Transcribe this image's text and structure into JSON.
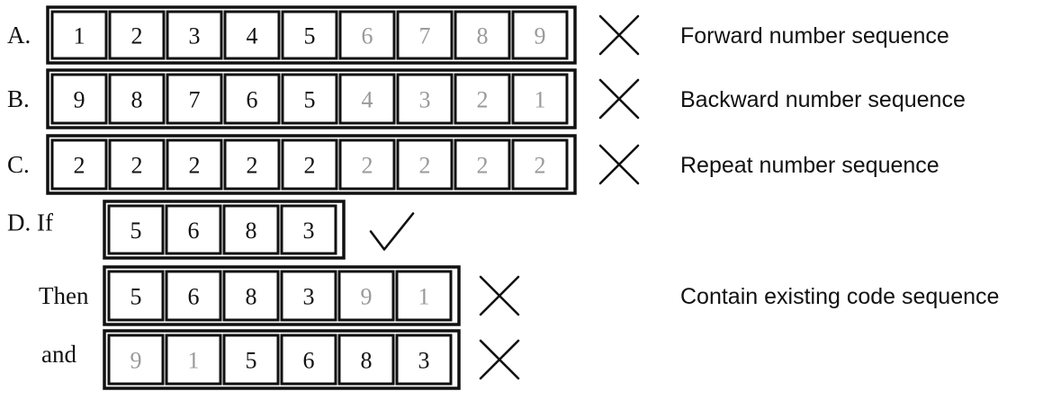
{
  "colors": {
    "ink": "#111111",
    "faded": "#9a9a9a",
    "background": "#ffffff"
  },
  "rows": [
    {
      "label": "A.",
      "digits": [
        "1",
        "2",
        "3",
        "4",
        "5",
        "6",
        "7",
        "8",
        "9"
      ],
      "faded": [
        false,
        false,
        false,
        false,
        false,
        true,
        true,
        true,
        true
      ],
      "mark": "cross-icon",
      "note": "Forward number sequence"
    },
    {
      "label": "B.",
      "digits": [
        "9",
        "8",
        "7",
        "6",
        "5",
        "4",
        "3",
        "2",
        "1"
      ],
      "faded": [
        false,
        false,
        false,
        false,
        false,
        true,
        true,
        true,
        true
      ],
      "mark": "cross-icon",
      "note": "Backward number sequence"
    },
    {
      "label": "C.",
      "digits": [
        "2",
        "2",
        "2",
        "2",
        "2",
        "2",
        "2",
        "2",
        "2"
      ],
      "faded": [
        false,
        false,
        false,
        false,
        false,
        true,
        true,
        true,
        true
      ],
      "mark": "cross-icon",
      "note": "Repeat number sequence"
    },
    {
      "label": "D. If",
      "digits": [
        "5",
        "6",
        "8",
        "3"
      ],
      "faded": [
        false,
        false,
        false,
        false
      ],
      "mark": "check-icon",
      "note": ""
    },
    {
      "label": "Then",
      "digits": [
        "5",
        "6",
        "8",
        "3",
        "9",
        "1"
      ],
      "faded": [
        false,
        false,
        false,
        false,
        true,
        true
      ],
      "mark": "cross-icon",
      "note": "Contain existing code sequence"
    },
    {
      "label": "and",
      "digits": [
        "9",
        "1",
        "5",
        "6",
        "8",
        "3"
      ],
      "faded": [
        true,
        true,
        false,
        false,
        false,
        false
      ],
      "mark": "cross-icon",
      "note": ""
    }
  ]
}
